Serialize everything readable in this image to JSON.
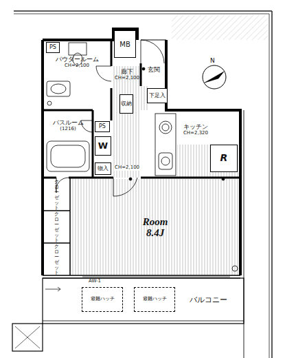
{
  "diagram": {
    "nodes": [
      {
        "text": [
          "MB"
        ]
      },
      {
        "text": [
          "パウダールーム",
          "CH=2,100"
        ]
      },
      {
        "text": [
          "PS"
        ],
        "in": 1
      },
      {
        "text": [
          "玄関"
        ]
      },
      {
        "text": [
          "廊下",
          "CH=2,100"
        ]
      },
      {
        "text": [
          "収納"
        ],
        "in": 4
      },
      {
        "text": [
          "下足入"
        ]
      },
      {
        "text": [
          "バスルーム",
          "(1216)"
        ]
      },
      {
        "text": [
          "PS"
        ]
      },
      {
        "text": [
          "W"
        ]
      },
      {
        "text": [
          "キッチン",
          "CH=2,320"
        ]
      },
      {
        "text": [
          "R"
        ]
      },
      {
        "text": [
          "物入"
        ]
      },
      {
        "text": [
          "Room",
          "8.4J"
        ]
      },
      {
        "text": [
          "クローゼット"
        ]
      },
      {
        "text": [
          "クローゼット"
        ]
      },
      {
        "text": [
          "クローゼット"
        ]
      },
      {
        "text": [
          "バルコニー"
        ]
      },
      {
        "text": [
          "避難ハッチ"
        ],
        "in": 17
      },
      {
        "text": [
          "避難ハッチ"
        ],
        "in": 17
      }
    ],
    "labels": [
      "CH=2,100",
      "AW-1",
      "N"
    ]
  }
}
